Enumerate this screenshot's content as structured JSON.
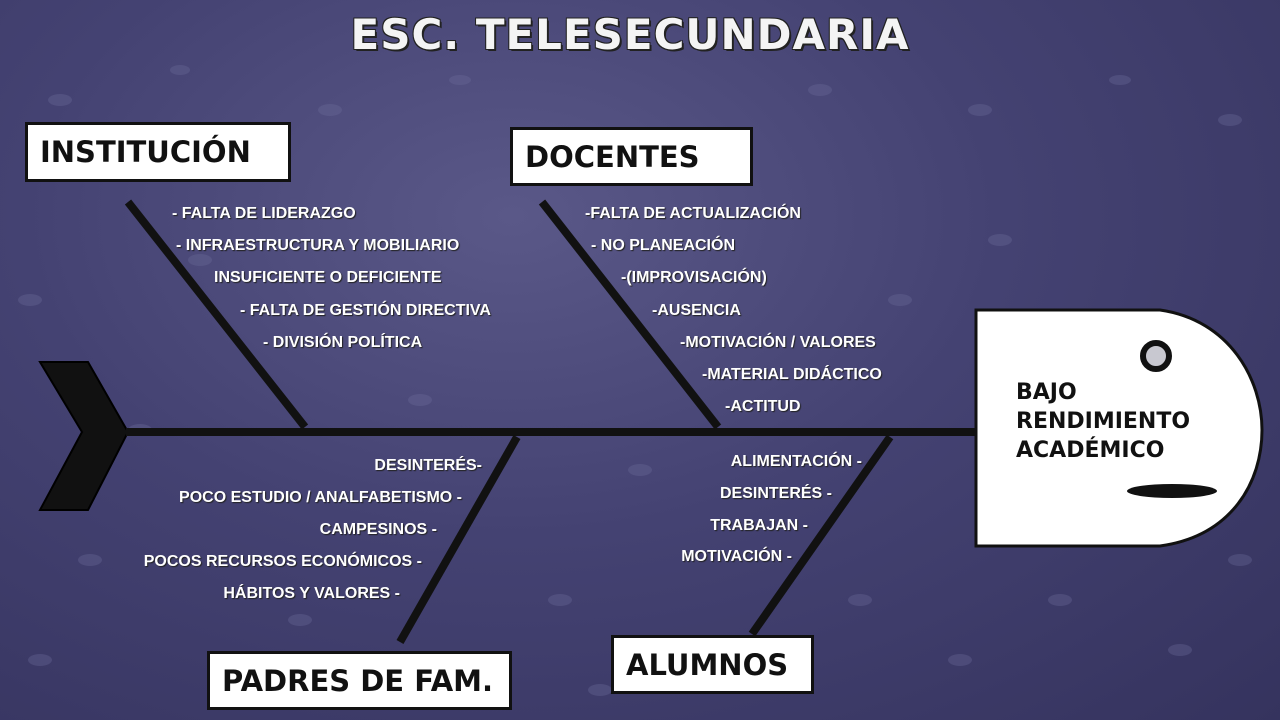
{
  "title": "ESC. TELESECUNDARIA",
  "effect": [
    "BAJO",
    "RENDIMIENTO",
    "ACADÉMICO"
  ],
  "categories": {
    "institucion": {
      "label": "INSTITUCIÓN",
      "causes": [
        "- FALTA DE LIDERAZGO",
        "-  INFRAESTRUCTURA Y MOBILIARIO",
        "INSUFICIENTE O DEFICIENTE",
        "- FALTA DE GESTIÓN DIRECTIVA",
        "- DIVISIÓN POLÍTICA"
      ]
    },
    "docentes": {
      "label": "DOCENTES",
      "causes": [
        "-FALTA DE ACTUALIZACIÓN",
        "-  NO PLANEACIÓN",
        "-(IMPROVISACIÓN)",
        "-AUSENCIA",
        "-MOTIVACIÓN / VALORES",
        "-MATERIAL DIDÁCTICO",
        "-ACTITUD"
      ]
    },
    "padres": {
      "label": "PADRES DE FAM.",
      "causes": [
        "DESINTERÉS-",
        "POCO ESTUDIO / ANALFABETISMO -",
        "CAMPESINOS  -",
        "POCOS RECURSOS ECONÓMICOS -",
        "HÁBITOS Y VALORES -"
      ]
    },
    "alumnos": {
      "label": "ALUMNOS",
      "causes": [
        "ALIMENTACIÓN -",
        "DESINTERÉS -",
        "TRABAJAN  -",
        "MOTIVACIÓN -"
      ]
    }
  },
  "colors": {
    "background": "#444272",
    "ink": "#111111",
    "text": "#ffffff",
    "box": "#ffffff"
  }
}
